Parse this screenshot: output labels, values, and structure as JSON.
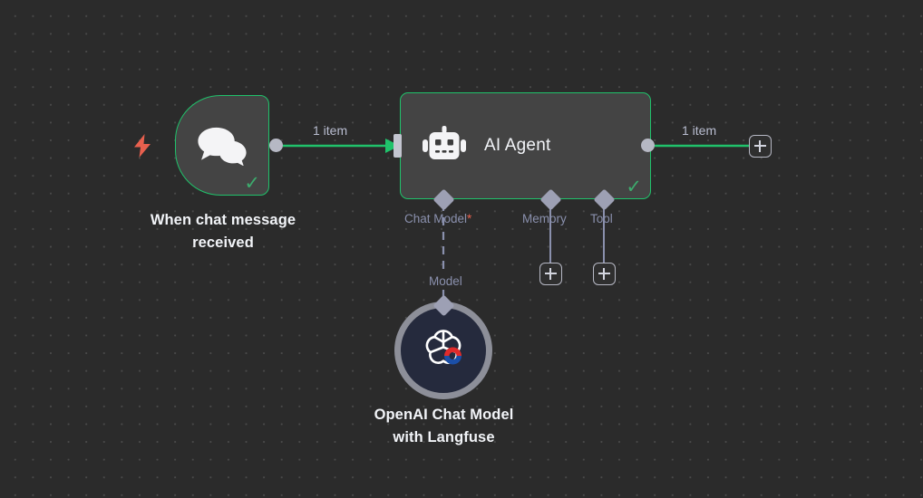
{
  "canvas": {
    "background_color": "#2b2b2b",
    "grid_dot_color": "#4a4a4a",
    "accent_success": "#20c26b",
    "accent_trigger": "#e8604e",
    "node_fill": "#444444",
    "port_color": "#b6b8c4"
  },
  "nodes": {
    "trigger": {
      "title": "When chat message\nreceived",
      "icon": "chat-bubbles-icon",
      "trigger_icon": "lightning-bolt-icon",
      "status": "success-check-icon"
    },
    "agent": {
      "label": "AI Agent",
      "icon": "robot-icon",
      "status": "success-check-icon",
      "sub_connections": [
        {
          "name": "Chat Model",
          "required": true,
          "required_marker": "*"
        },
        {
          "name": "Memory",
          "required": false,
          "required_marker": ""
        },
        {
          "name": "Tool",
          "required": false,
          "required_marker": ""
        }
      ]
    },
    "openai": {
      "title": "OpenAI Chat Model\nwith Langfuse",
      "icon": "openai-langfuse-logo",
      "connection_label": "Model"
    }
  },
  "edges": {
    "trigger_to_agent_label": "1 item",
    "agent_output_label": "1 item"
  },
  "buttons": {
    "add_output_node": "+",
    "add_memory_node": "+",
    "add_tool_node": "+"
  }
}
